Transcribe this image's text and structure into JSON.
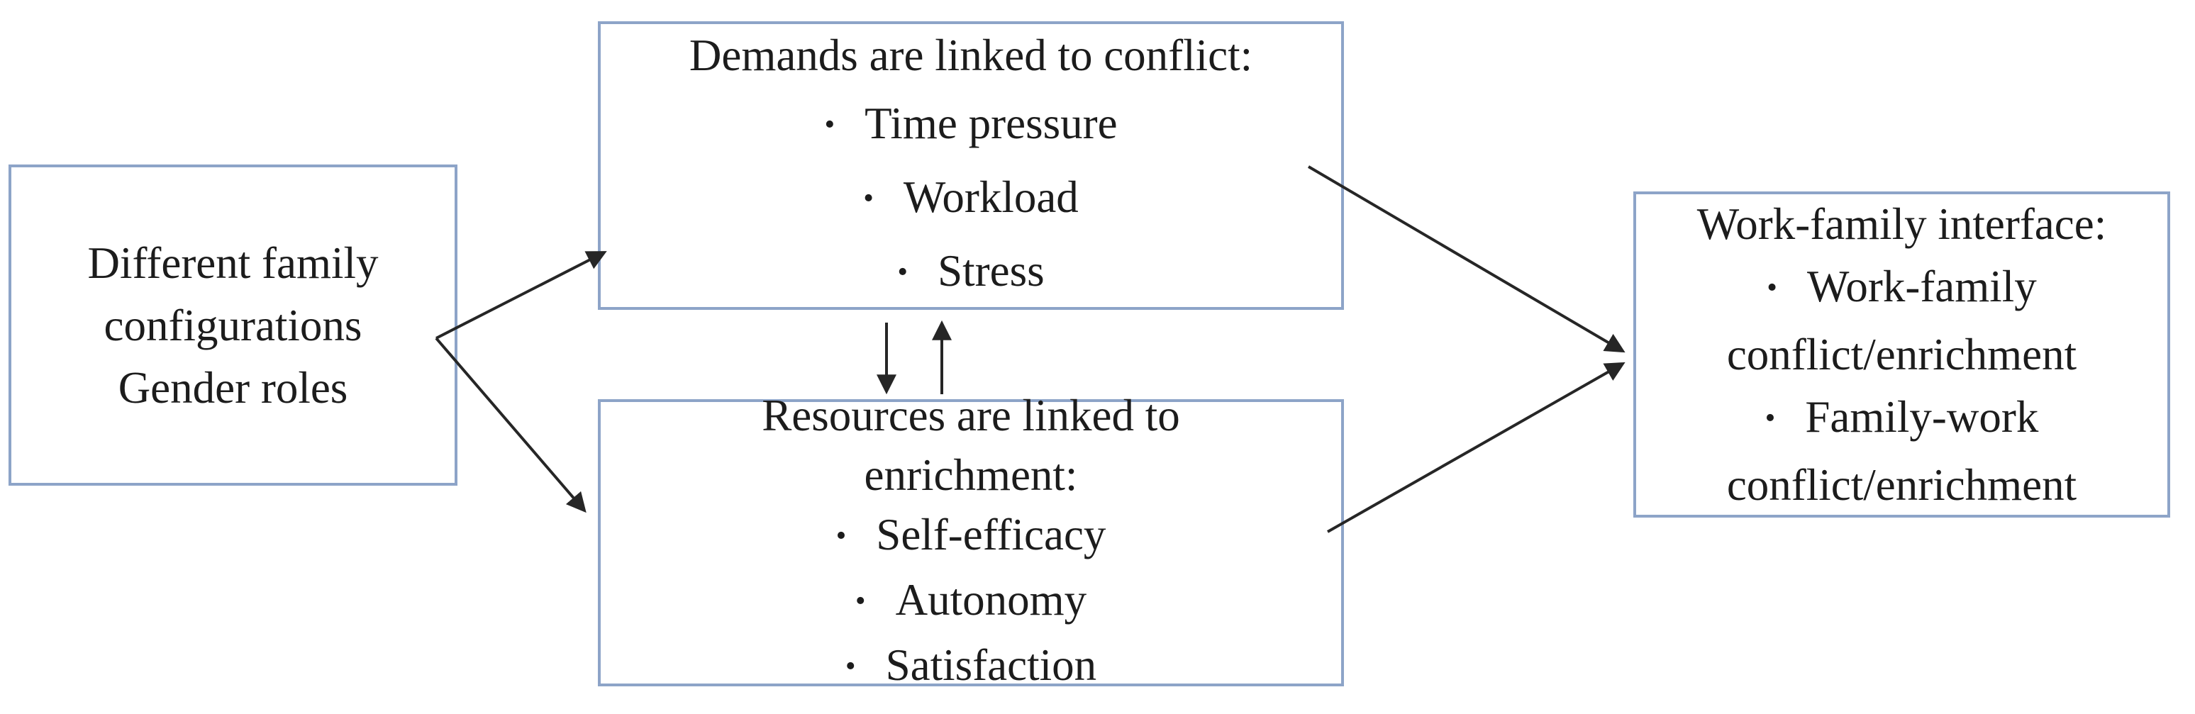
{
  "figure": {
    "type": "flow-diagram",
    "description_visible_text_only": true
  },
  "colors": {
    "box_border": "#8da4c8",
    "box_fill": "#ffffff",
    "arrow": "#262626",
    "text": "#1c1c1c",
    "background": "#ffffff"
  },
  "bullet_char": "•",
  "boxes": {
    "antecedents": {
      "lines": [
        "Different family",
        "configurations",
        "Gender roles"
      ]
    },
    "demands": {
      "title": "Demands are linked to conflict:",
      "bullets": [
        "Time pressure",
        "Workload",
        "Stress"
      ]
    },
    "resources": {
      "title_lines": [
        "Resources are linked to",
        "enrichment:"
      ],
      "bullets": [
        "Self-efficacy",
        "Autonomy",
        "Satisfaction"
      ]
    },
    "interface": {
      "title": "Work-family interface:",
      "items": [
        {
          "bullet": true,
          "text": "Work-family"
        },
        {
          "bullet": false,
          "text": "conflict/enrichment"
        },
        {
          "bullet": true,
          "text": "Family-work"
        },
        {
          "bullet": false,
          "text": "conflict/enrichment"
        }
      ]
    }
  },
  "arrows": [
    {
      "name": "left-to-demands",
      "from": "antecedents",
      "to": "demands"
    },
    {
      "name": "left-to-resources",
      "from": "antecedents",
      "to": "resources"
    },
    {
      "name": "demands-to-resources",
      "from": "demands",
      "to": "resources"
    },
    {
      "name": "resources-to-demands",
      "from": "resources",
      "to": "demands"
    },
    {
      "name": "demands-to-interface",
      "from": "demands",
      "to": "interface"
    },
    {
      "name": "resources-to-interface",
      "from": "resources",
      "to": "interface"
    }
  ]
}
